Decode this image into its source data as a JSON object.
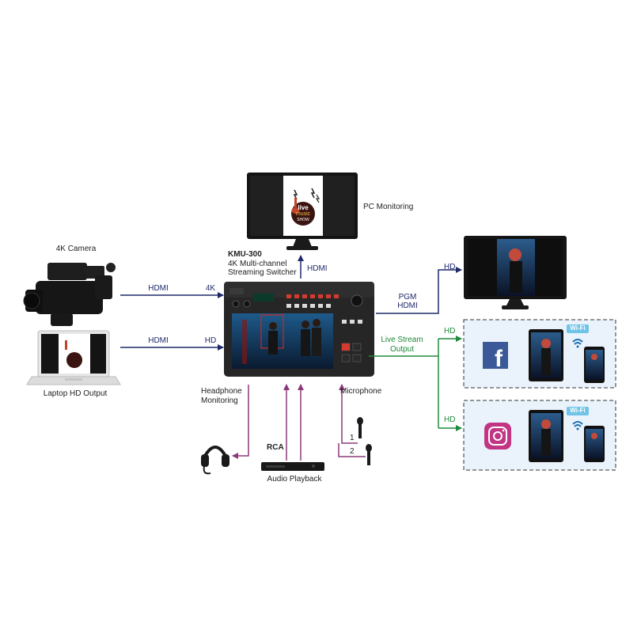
{
  "devices": {
    "camera_label": "4K Camera",
    "laptop_label": "Laptop HD Output",
    "pc_monitor_label": "PC Monitoring",
    "switcher_model": "KMU-300",
    "switcher_desc_line1": "4K Multi-channel",
    "switcher_desc_line2": "Streaming Switcher",
    "headphone_line1": "Headphone",
    "headphone_line2": "Monitoring",
    "audio_playback_label": "Audio Playback",
    "rca_label": "RCA",
    "microphone_label": "Microphone",
    "mic_1": "1",
    "mic_2": "2"
  },
  "connections": {
    "camera_hdmi": "HDMI",
    "camera_4k": "4K",
    "laptop_hdmi": "HDMI",
    "laptop_hd": "HD",
    "monitor_hdmi": "HDMI",
    "pgm_line1": "PGM",
    "pgm_line2": "HDMI",
    "pgm_hd": "HD",
    "stream_line1": "Live Stream",
    "stream_line2": "Output",
    "stream_hd_1": "HD",
    "stream_hd_2": "HD"
  },
  "logo_text": {
    "live": "live",
    "music": "music",
    "show": "SHOW",
    "wifi_1": "Wi-Fi",
    "wifi_2": "Wi-Fi"
  },
  "colors": {
    "navy_line": "#1f2a6b",
    "green_line": "#1e8a3a",
    "purple_line": "#8a3a7a",
    "facebook": "#3b5998"
  }
}
